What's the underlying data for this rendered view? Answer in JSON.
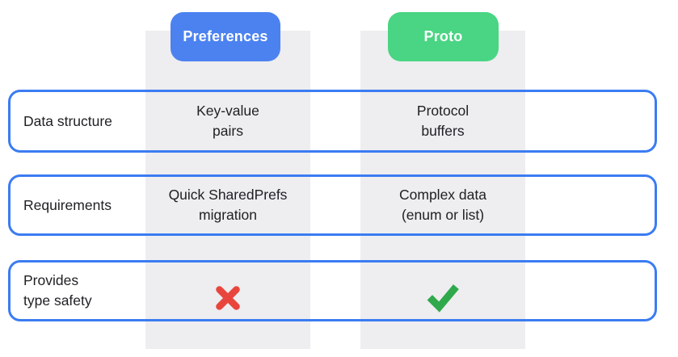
{
  "header": {
    "preferences_label": "Preferences",
    "proto_label": "Proto"
  },
  "rows": [
    {
      "label": "Data structure",
      "preferences": "Key-value\npairs",
      "proto": "Protocol\nbuffers"
    },
    {
      "label": "Requirements",
      "preferences": "Quick SharedPrefs\nmigration",
      "proto": "Complex data\n(enum or list)"
    },
    {
      "label": "Provides\ntype safety",
      "preferences": "no",
      "proto": "yes",
      "preferences_icon": "cross-icon",
      "proto_icon": "check-icon"
    }
  ],
  "colors": {
    "pill-blue": "#4c82f0",
    "pill-green": "#49d583",
    "row-border": "#3b7cf2",
    "band-gray": "#eeedf0",
    "cross-red": "#e8463d",
    "check-green": "#2fa94c",
    "text": "#202124"
  }
}
